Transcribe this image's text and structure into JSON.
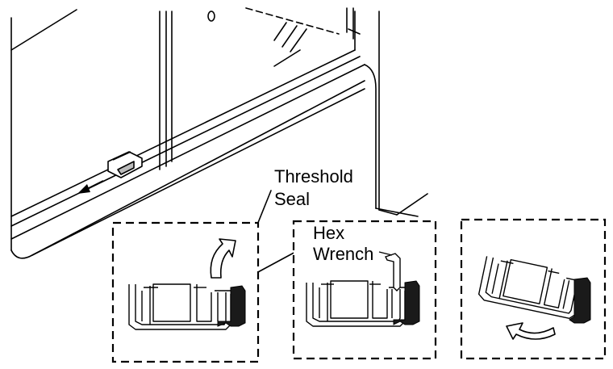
{
  "labels": {
    "threshold_line1": "Threshold",
    "threshold_line2": "Seal",
    "hex_line1": "Hex",
    "hex_line2": "Wrench"
  },
  "colors": {
    "stroke": "#000000",
    "fill_dark": "#1a1a1a",
    "background": "#ffffff"
  }
}
